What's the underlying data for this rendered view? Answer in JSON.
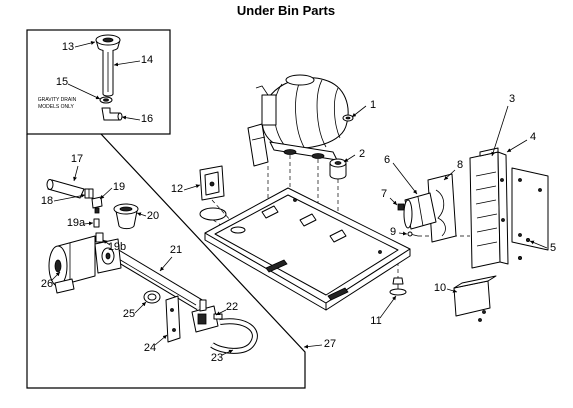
{
  "title": "Under Bin Parts",
  "inset_note": [
    "GRAVITY DRAIN",
    "MODELS ONLY"
  ],
  "callouts": [
    "1",
    "2",
    "3",
    "4",
    "5",
    "6",
    "7",
    "8",
    "9",
    "10",
    "11",
    "12",
    "13",
    "14",
    "15",
    "16",
    "17",
    "18",
    "19",
    "19a",
    "19b",
    "20",
    "21",
    "22",
    "23",
    "24",
    "25",
    "26",
    "27"
  ]
}
